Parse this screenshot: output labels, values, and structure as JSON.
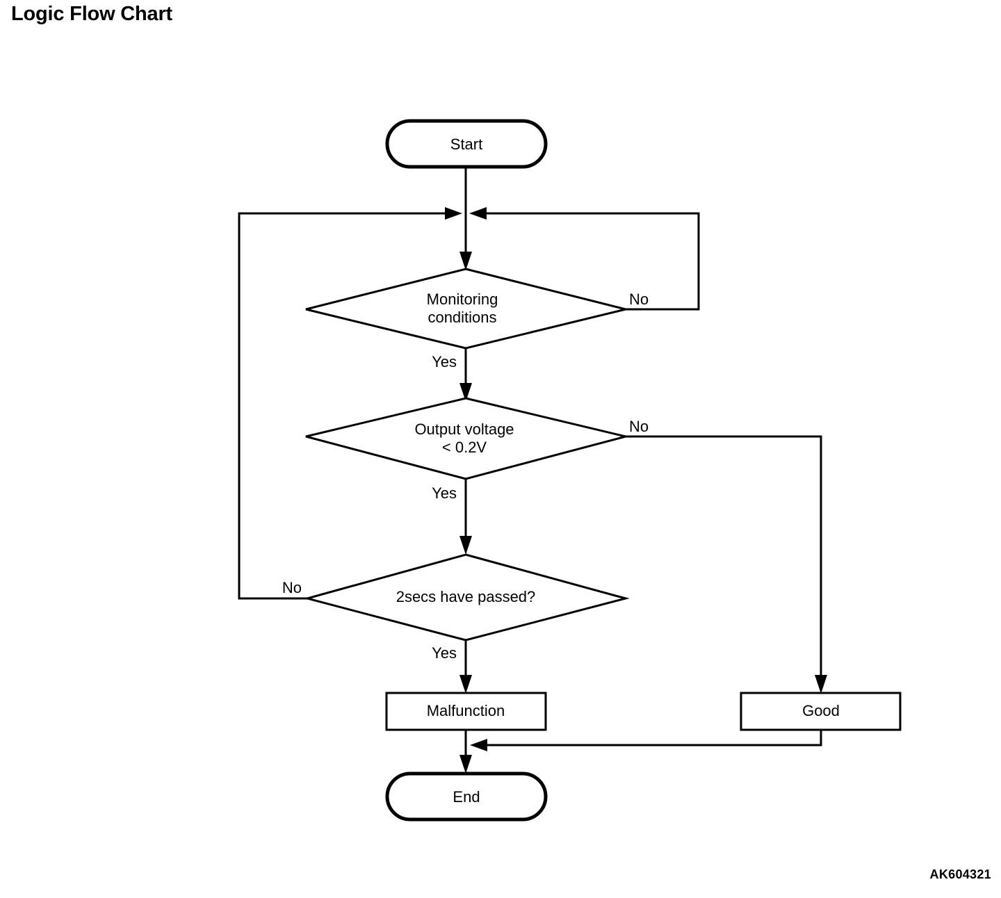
{
  "page": {
    "title": "Logic Flow Chart",
    "diagram_code": "AK604321",
    "background_color": "#ffffff",
    "line_color": "#000000"
  },
  "chart_data": {
    "type": "diagram",
    "diagram_kind": "flowchart",
    "title": "Logic Flow Chart",
    "nodes": [
      {
        "id": "start",
        "shape": "terminator",
        "label": "Start"
      },
      {
        "id": "monitoring",
        "shape": "decision",
        "label_line1": "Monitoring",
        "label_line2": "conditions"
      },
      {
        "id": "voltage",
        "shape": "decision",
        "label_line1": "Output voltage",
        "label_line2": "< 0.2V"
      },
      {
        "id": "timer",
        "shape": "decision",
        "label_line1": "2secs have passed?",
        "label_line2": ""
      },
      {
        "id": "malfunction",
        "shape": "process",
        "label": "Malfunction"
      },
      {
        "id": "good",
        "shape": "process",
        "label": "Good"
      },
      {
        "id": "end",
        "shape": "terminator",
        "label": "End"
      }
    ],
    "edges": [
      {
        "from": "start",
        "to": "junction",
        "label": ""
      },
      {
        "from": "junction",
        "to": "monitoring",
        "label": ""
      },
      {
        "from": "monitoring",
        "to": "voltage",
        "label": "Yes"
      },
      {
        "from": "monitoring",
        "to": "junction",
        "label": "No"
      },
      {
        "from": "voltage",
        "to": "timer",
        "label": "Yes"
      },
      {
        "from": "voltage",
        "to": "good",
        "label": "No"
      },
      {
        "from": "timer",
        "to": "malfunction",
        "label": "Yes"
      },
      {
        "from": "timer",
        "to": "junction",
        "label": "No"
      },
      {
        "from": "malfunction",
        "to": "end",
        "label": ""
      },
      {
        "from": "good",
        "to": "end",
        "label": ""
      }
    ]
  },
  "labels": {
    "start": "Start",
    "monitoring_line1": "Monitoring",
    "monitoring_line2": "conditions",
    "monitoring_yes": "Yes",
    "monitoring_no": "No",
    "voltage_line1": "Output voltage",
    "voltage_line2": "< 0.2V",
    "voltage_yes": "Yes",
    "voltage_no": "No",
    "timer": "2secs have passed?",
    "timer_yes": "Yes",
    "timer_no": "No",
    "malfunction": "Malfunction",
    "good": "Good",
    "end": "End"
  }
}
